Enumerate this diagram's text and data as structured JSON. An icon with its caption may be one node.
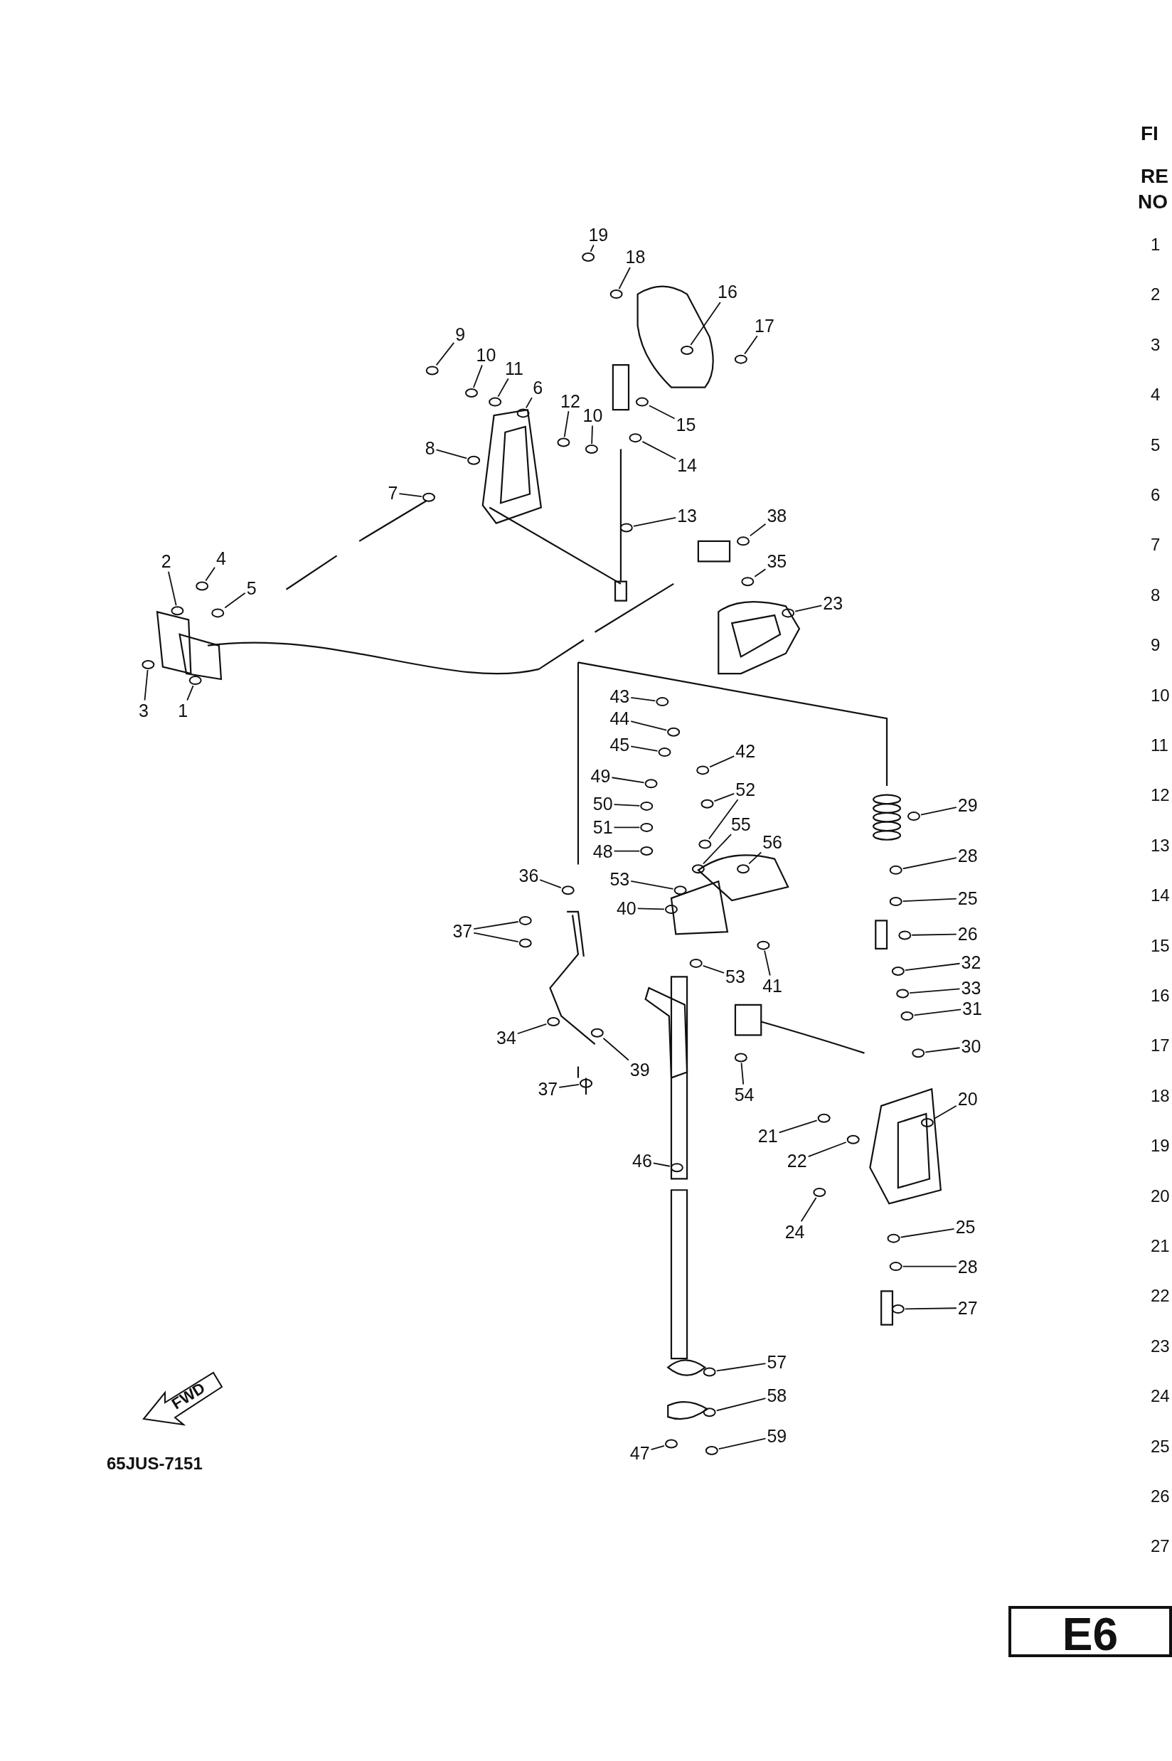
{
  "diagram": {
    "nodes": [
      {
        "text": [
          "19"
        ]
      },
      {
        "text": [
          "18"
        ]
      },
      {
        "text": [
          "16"
        ]
      },
      {
        "text": [
          "17"
        ]
      },
      {
        "text": [
          "9"
        ]
      },
      {
        "text": [
          "10"
        ]
      },
      {
        "text": [
          "11"
        ]
      },
      {
        "text": [
          "6"
        ]
      },
      {
        "text": [
          "12"
        ]
      },
      {
        "text": [
          "10"
        ]
      },
      {
        "text": [
          "15"
        ]
      },
      {
        "text": [
          "8"
        ]
      },
      {
        "text": [
          "14"
        ]
      },
      {
        "text": [
          "13"
        ]
      },
      {
        "text": [
          "7"
        ]
      },
      {
        "text": [
          "38"
        ]
      },
      {
        "text": [
          "35"
        ]
      },
      {
        "text": [
          "23"
        ]
      },
      {
        "text": [
          "2"
        ]
      },
      {
        "text": [
          "4"
        ]
      },
      {
        "text": [
          "5"
        ]
      },
      {
        "text": [
          "3"
        ]
      },
      {
        "text": [
          "1"
        ]
      },
      {
        "text": [
          "43"
        ]
      },
      {
        "text": [
          "44"
        ]
      },
      {
        "text": [
          "45"
        ]
      },
      {
        "text": [
          "42"
        ]
      },
      {
        "text": [
          "49"
        ]
      },
      {
        "text": [
          "52"
        ]
      },
      {
        "text": [
          "50"
        ]
      },
      {
        "text": [
          "29"
        ]
      },
      {
        "text": [
          "51"
        ]
      },
      {
        "text": [
          "55"
        ]
      },
      {
        "text": [
          "48"
        ]
      },
      {
        "text": [
          "56"
        ]
      },
      {
        "text": [
          "28"
        ]
      },
      {
        "text": [
          "53"
        ]
      },
      {
        "text": [
          "36"
        ]
      },
      {
        "text": [
          "25"
        ]
      },
      {
        "text": [
          "40"
        ]
      },
      {
        "text": [
          "37"
        ]
      },
      {
        "text": [
          "26"
        ]
      },
      {
        "text": [
          "41"
        ]
      },
      {
        "text": [
          "53"
        ]
      },
      {
        "text": [
          "32"
        ]
      },
      {
        "text": [
          "33"
        ]
      },
      {
        "text": [
          "31"
        ]
      },
      {
        "text": [
          "34"
        ]
      },
      {
        "text": [
          "30"
        ]
      },
      {
        "text": [
          "39"
        ]
      },
      {
        "text": [
          "54"
        ]
      },
      {
        "text": [
          "37"
        ]
      },
      {
        "text": [
          "20"
        ]
      },
      {
        "text": [
          "21"
        ]
      },
      {
        "text": [
          "22"
        ]
      },
      {
        "text": [
          "46"
        ]
      },
      {
        "text": [
          "24"
        ]
      },
      {
        "text": [
          "25"
        ]
      },
      {
        "text": [
          "28"
        ]
      },
      {
        "text": [
          "27"
        ]
      },
      {
        "text": [
          "57"
        ]
      },
      {
        "text": [
          "58"
        ]
      },
      {
        "text": [
          "59"
        ]
      },
      {
        "text": [
          "47"
        ]
      },
      {
        "text": [],
        "shape": "circle"
      },
      {
        "text": [],
        "shape": "circle"
      },
      {
        "text": [],
        "shape": "circle"
      },
      {
        "text": [],
        "shape": "circle"
      },
      {
        "text": [],
        "shape": "circle"
      },
      {
        "text": [],
        "shape": "circle"
      },
      {
        "text": [],
        "shape": "circle"
      },
      {
        "text": [],
        "shape": "circle"
      },
      {
        "text": [],
        "shape": "circle"
      },
      {
        "text": [],
        "shape": "circle"
      },
      {
        "text": [],
        "shape": "circle"
      },
      {
        "text": [],
        "shape": "circle"
      },
      {
        "text": [],
        "shape": "circle"
      },
      {
        "text": [],
        "shape": "circle"
      },
      {
        "text": [],
        "shape": "circle"
      },
      {
        "text": [],
        "shape": "circle"
      },
      {
        "text": [],
        "shape": "circle"
      },
      {
        "text": [],
        "shape": "circle"
      },
      {
        "text": [],
        "shape": "circle"
      },
      {
        "text": [],
        "shape": "circle"
      },
      {
        "text": [],
        "shape": "circle"
      },
      {
        "text": [],
        "shape": "circle"
      },
      {
        "text": [],
        "shape": "circle"
      },
      {
        "text": [],
        "shape": "circle"
      },
      {
        "text": [],
        "shape": "circle"
      },
      {
        "text": [],
        "shape": "circle"
      },
      {
        "text": [],
        "shape": "circle"
      },
      {
        "text": [],
        "shape": "circle"
      },
      {
        "text": [],
        "shape": "circle"
      },
      {
        "text": [],
        "shape": "circle"
      },
      {
        "text": [],
        "shape": "circle"
      },
      {
        "text": [],
        "shape": "circle"
      },
      {
        "text": [],
        "shape": "circle"
      },
      {
        "text": [],
        "shape": "circle"
      },
      {
        "text": [],
        "shape": "circle"
      },
      {
        "text": [],
        "shape": "circle"
      },
      {
        "text": [],
        "shape": "circle"
      },
      {
        "text": [],
        "shape": "circle"
      },
      {
        "text": [],
        "shape": "circle"
      },
      {
        "text": [],
        "shape": "circle"
      },
      {
        "text": [],
        "shape": "circle"
      },
      {
        "text": [],
        "shape": "circle"
      },
      {
        "text": [],
        "shape": "circle"
      },
      {
        "text": [],
        "shape": "circle"
      },
      {
        "text": [],
        "shape": "circle"
      },
      {
        "text": [],
        "shape": "circle"
      },
      {
        "text": [],
        "shape": "circle"
      },
      {
        "text": [],
        "shape": "circle"
      },
      {
        "text": [],
        "shape": "circle"
      },
      {
        "text": [],
        "shape": "circle"
      },
      {
        "text": [],
        "shape": "circle"
      },
      {
        "text": [],
        "shape": "circle"
      },
      {
        "text": [],
        "shape": "circle"
      },
      {
        "text": [],
        "shape": "circle"
      },
      {
        "text": [],
        "shape": "circle"
      },
      {
        "text": [],
        "shape": "circle"
      },
      {
        "text": [],
        "shape": "circle"
      },
      {
        "text": [],
        "shape": "circle"
      },
      {
        "text": [],
        "shape": "circle"
      },
      {
        "text": [],
        "shape": "circle"
      },
      {
        "text": [],
        "shape": "circle"
      },
      {
        "text": [],
        "shape": "circle"
      },
      {
        "text": [],
        "shape": "circle"
      },
      {
        "text": [],
        "shape": "circle"
      },
      {
        "text": [],
        "shape": "circle"
      },
      {
        "text": [],
        "shape": "circle"
      }
    ],
    "edges": [
      {
        "from": 0,
        "to": 64,
        "arrow": "none"
      },
      {
        "from": 1,
        "to": 65,
        "arrow": "none"
      },
      {
        "from": 2,
        "to": 66,
        "arrow": "none"
      },
      {
        "from": 3,
        "to": 67,
        "arrow": "none"
      },
      {
        "from": 4,
        "to": 68,
        "arrow": "none"
      },
      {
        "from": 5,
        "to": 69,
        "arrow": "none"
      },
      {
        "from": 6,
        "to": 70,
        "arrow": "none"
      },
      {
        "from": 7,
        "to": 71,
        "arrow": "none"
      },
      {
        "from": 8,
        "to": 72,
        "arrow": "none"
      },
      {
        "from": 9,
        "to": 73,
        "arrow": "none"
      },
      {
        "from": 10,
        "to": 74,
        "arrow": "none"
      },
      {
        "from": 11,
        "to": 75,
        "arrow": "none"
      },
      {
        "from": 12,
        "to": 76,
        "arrow": "none"
      },
      {
        "from": 13,
        "to": 77,
        "arrow": "none"
      },
      {
        "from": 14,
        "to": 78,
        "arrow": "none"
      },
      {
        "from": 15,
        "to": 79,
        "arrow": "none"
      },
      {
        "from": 16,
        "to": 80,
        "arrow": "none"
      },
      {
        "from": 17,
        "to": 81,
        "arrow": "none"
      },
      {
        "from": 18,
        "to": 82,
        "arrow": "none"
      },
      {
        "from": 19,
        "to": 83,
        "arrow": "none"
      },
      {
        "from": 20,
        "to": 84,
        "arrow": "none"
      },
      {
        "from": 21,
        "to": 85,
        "arrow": "none"
      },
      {
        "from": 22,
        "to": 86,
        "arrow": "none"
      },
      {
        "from": 23,
        "to": 87,
        "arrow": "none"
      },
      {
        "from": 24,
        "to": 88,
        "arrow": "none"
      },
      {
        "from": 25,
        "to": 89,
        "arrow": "none"
      },
      {
        "from": 26,
        "to": 90,
        "arrow": "none"
      },
      {
        "from": 27,
        "to": 91,
        "arrow": "none"
      },
      {
        "from": 28,
        "to": 92,
        "arrow": "none"
      },
      {
        "from": 28,
        "to": 93,
        "arrow": "none"
      },
      {
        "from": 29,
        "to": 94,
        "arrow": "none"
      },
      {
        "from": 30,
        "to": 95,
        "arrow": "none"
      },
      {
        "from": 31,
        "to": 96,
        "arrow": "none"
      },
      {
        "from": 32,
        "to": 97,
        "arrow": "none"
      },
      {
        "from": 33,
        "to": 98,
        "arrow": "none"
      },
      {
        "from": 34,
        "to": 99,
        "arrow": "none"
      },
      {
        "from": 35,
        "to": 100,
        "arrow": "none"
      },
      {
        "from": 36,
        "to": 101,
        "arrow": "none"
      },
      {
        "from": 37,
        "to": 102,
        "arrow": "none"
      },
      {
        "from": 38,
        "to": 103,
        "arrow": "none"
      },
      {
        "from": 39,
        "to": 104,
        "arrow": "none"
      },
      {
        "from": 40,
        "to": 105,
        "arrow": "none"
      },
      {
        "from": 40,
        "to": 106,
        "arrow": "none"
      },
      {
        "from": 41,
        "to": 107,
        "arrow": "none"
      },
      {
        "from": 42,
        "to": 108,
        "arrow": "none"
      },
      {
        "from": 43,
        "to": 109,
        "arrow": "none"
      },
      {
        "from": 44,
        "to": 110,
        "arrow": "none"
      },
      {
        "from": 45,
        "to": 111,
        "arrow": "none"
      },
      {
        "from": 46,
        "to": 112,
        "arrow": "none"
      },
      {
        "from": 47,
        "to": 113,
        "arrow": "none"
      },
      {
        "from": 48,
        "to": 114,
        "arrow": "none"
      },
      {
        "from": 49,
        "to": 115,
        "arrow": "none"
      },
      {
        "from": 50,
        "to": 116,
        "arrow": "none"
      },
      {
        "from": 51,
        "to": 117,
        "arrow": "none"
      },
      {
        "from": 52,
        "to": 118,
        "arrow": "none"
      },
      {
        "from": 53,
        "to": 119,
        "arrow": "none"
      },
      {
        "from": 54,
        "to": 120,
        "arrow": "none"
      },
      {
        "from": 55,
        "to": 121,
        "arrow": "none"
      },
      {
        "from": 56,
        "to": 122,
        "arrow": "none"
      },
      {
        "from": 57,
        "to": 123,
        "arrow": "none"
      },
      {
        "from": 58,
        "to": 124,
        "arrow": "none"
      },
      {
        "from": 59,
        "to": 125,
        "arrow": "none"
      },
      {
        "from": 60,
        "to": 126,
        "arrow": "none"
      },
      {
        "from": 61,
        "to": 127,
        "arrow": "none"
      },
      {
        "from": 62,
        "to": 128,
        "arrow": "none"
      },
      {
        "from": 63,
        "to": 129,
        "arrow": "none"
      }
    ],
    "labels": [
      "FWD",
      "65JUS-7151",
      "E6",
      "FI",
      "RE",
      "NO",
      "1",
      "2",
      "3",
      "4",
      "5",
      "6",
      "7",
      "8",
      "9",
      "10",
      "11",
      "12",
      "13",
      "14",
      "15",
      "16",
      "17",
      "18",
      "19",
      "20",
      "21",
      "22",
      "23",
      "24",
      "25",
      "26",
      "27"
    ]
  }
}
